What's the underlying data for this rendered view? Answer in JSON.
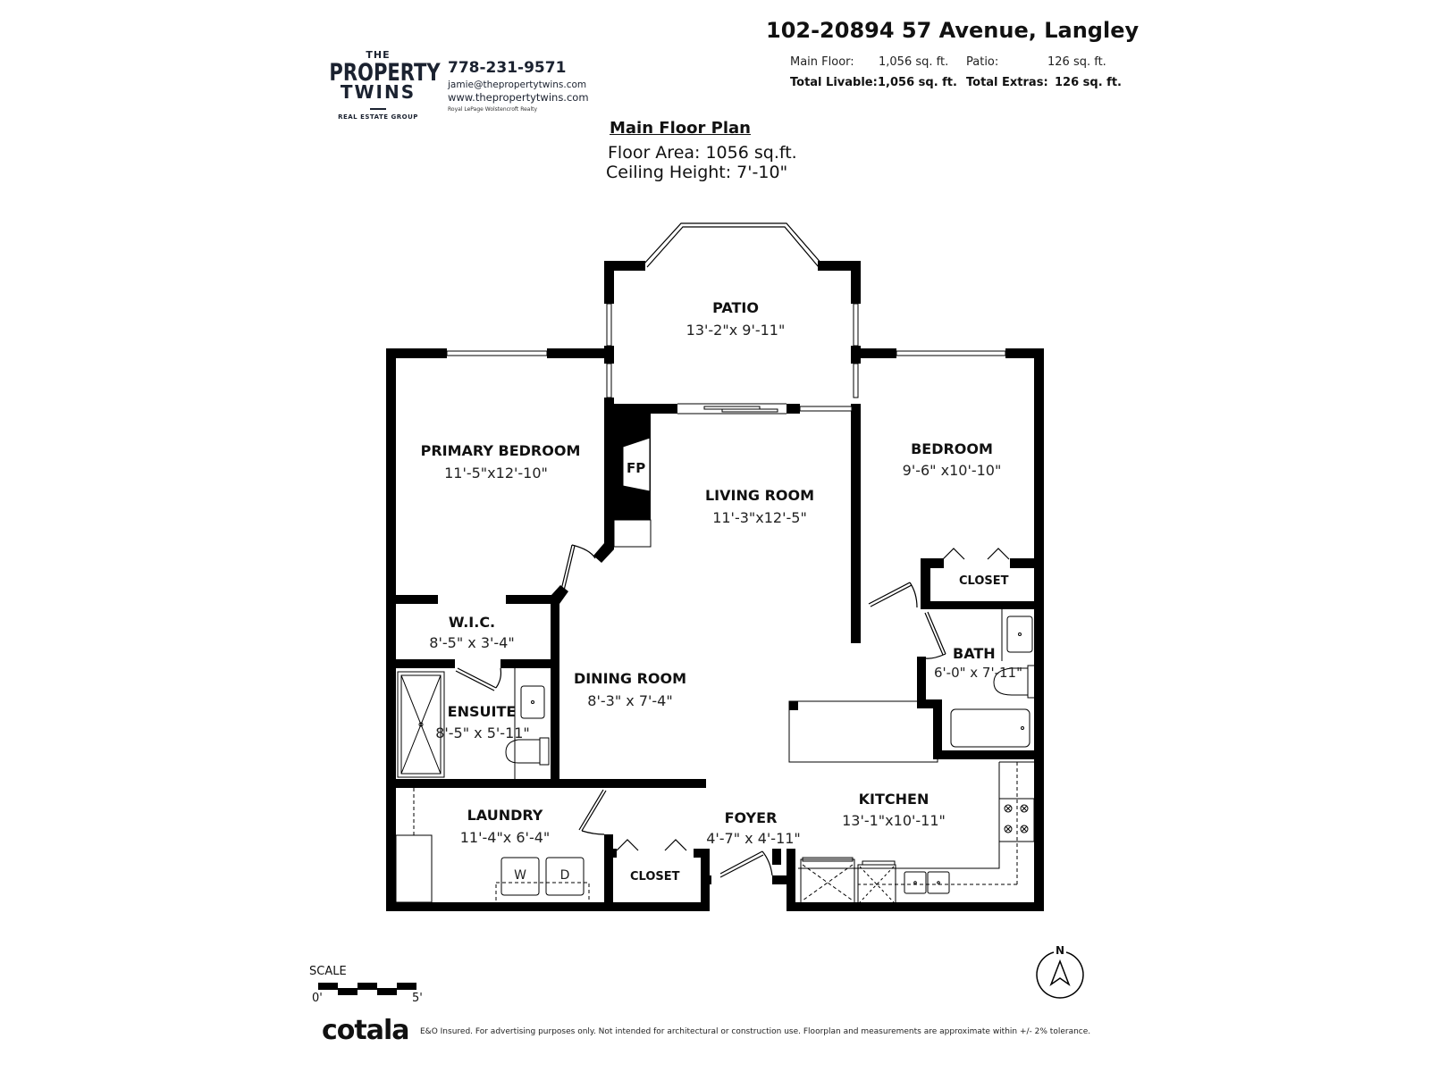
{
  "branding": {
    "logo": {
      "line1": "THE",
      "line2": "PROPERTY",
      "line3": "TWINS",
      "line4": "REAL ESTATE GROUP"
    },
    "phone": "778-231-9571",
    "email": "jamie@thepropertytwins.com",
    "website": "www.thepropertytwins.com",
    "brokerage": "Royal LePage Wolstencroft Realty"
  },
  "header": {
    "address": "102-20894 57 Avenue, Langley",
    "stats": {
      "main_floor_label": "Main Floor:",
      "main_floor_value": "1,056 sq. ft.",
      "patio_label": "Patio:",
      "patio_value": "126 sq. ft.",
      "total_livable_label": "Total Livable:",
      "total_livable_value": "1,056 sq. ft.",
      "total_extras_label": "Total Extras:",
      "total_extras_value": "126 sq. ft."
    }
  },
  "plan": {
    "title": "Main Floor Plan",
    "floor_area": "Floor Area: 1056 sq.ft.",
    "ceiling_height": "Ceiling Height: 7'-10\""
  },
  "rooms": {
    "patio": {
      "name": "PATIO",
      "dims": "13'-2\"x 9'-11\""
    },
    "primary_bedroom": {
      "name": "PRIMARY BEDROOM",
      "dims": "11'-5\"x12'-10\""
    },
    "living_room": {
      "name": "LIVING ROOM",
      "dims": "11'-3\"x12'-5\""
    },
    "bedroom": {
      "name": "BEDROOM",
      "dims": "9'-6\" x10'-10\""
    },
    "bedroom_closet": {
      "name": "CLOSET"
    },
    "wic": {
      "name": "W.I.C.",
      "dims": "8'-5\" x 3'-4\""
    },
    "ensuite": {
      "name": "ENSUITE",
      "dims": "8'-5\" x 5'-11\""
    },
    "dining_room": {
      "name": "DINING ROOM",
      "dims": "8'-3\" x 7'-4\""
    },
    "bath": {
      "name": "BATH",
      "dims": "6'-0\" x 7'-11\""
    },
    "laundry": {
      "name": "LAUNDRY",
      "dims": "11'-4\"x 6'-4\""
    },
    "foyer_closet": {
      "name": "CLOSET"
    },
    "foyer": {
      "name": "FOYER",
      "dims": "4'-7\" x 4'-11\""
    },
    "kitchen": {
      "name": "KITCHEN",
      "dims": "13'-1\"x10'-11\""
    }
  },
  "fixtures": {
    "fireplace": "FP",
    "washer": "W",
    "dryer": "D"
  },
  "scale": {
    "label": "SCALE",
    "start": "0'",
    "end": "5'"
  },
  "compass": {
    "label": "N"
  },
  "footer": {
    "brand": "cotala",
    "disclaimer": "E&O Insured. For advertising purposes only. Not intended for architectural or construction use. Floorplan and measurements are approximate within +/- 2% tolerance."
  },
  "colors": {
    "wall": "#000000",
    "brand_navy": "#1b2230",
    "background": "#ffffff"
  }
}
